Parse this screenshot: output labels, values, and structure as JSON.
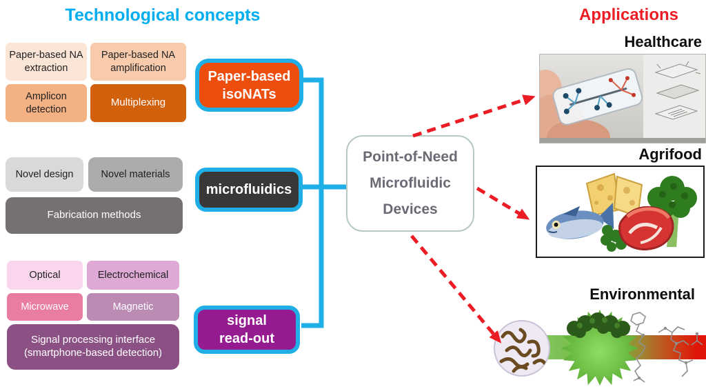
{
  "titles": {
    "concepts": "Technological concepts",
    "applications": "Applications"
  },
  "concept_chips": {
    "paper": [
      {
        "label": "Paper-based NA extraction"
      },
      {
        "label": "Paper-based NA amplification"
      },
      {
        "label": "Amplicon detection"
      },
      {
        "label": "Multiplexing"
      }
    ],
    "microfluidics": [
      {
        "label": "Novel design"
      },
      {
        "label": "Novel materials"
      },
      {
        "label": "Fabrication methods"
      }
    ],
    "signal": [
      {
        "label": "Optical"
      },
      {
        "label": "Electrochemical"
      },
      {
        "label": "Microwave"
      },
      {
        "label": "Magnetic"
      },
      {
        "label": "Signal processing interface (smartphone-based detection)"
      }
    ]
  },
  "hubs": {
    "paper": {
      "line1": "Paper-based",
      "line2": "isoNATs"
    },
    "microfluidics": {
      "line1": "microfluidics"
    },
    "signal": {
      "line1": "signal",
      "line2": "read-out"
    }
  },
  "center": {
    "line1": "Point-of-Need",
    "line2": "Microfluidic",
    "line3": "Devices"
  },
  "applications": [
    {
      "label": "Healthcare"
    },
    {
      "label": "Agrifood"
    },
    {
      "label": "Environmental"
    }
  ],
  "palette": {
    "title_cyan": "#00AEEF",
    "connector_cyan": "#1FAEE5",
    "arrow_red": "#EC1C24",
    "hub_orange": "#EE4E0D",
    "hub_dark": "#3A3737",
    "hub_purple": "#951B90",
    "paper_chips": [
      "#FBE5D6",
      "#F8CBAD",
      "#F4B183",
      "#D2610E"
    ],
    "microfluidics_chips": [
      "#D9D9D9",
      "#ACACAC",
      "#767171"
    ],
    "signal_chips": [
      "#FAD6EE",
      "#DFA9D6",
      "#E87CA3",
      "#BC8BB4",
      "#8C5184"
    ],
    "center_border": "#B5C9BF",
    "center_text": "#6A6A74"
  }
}
